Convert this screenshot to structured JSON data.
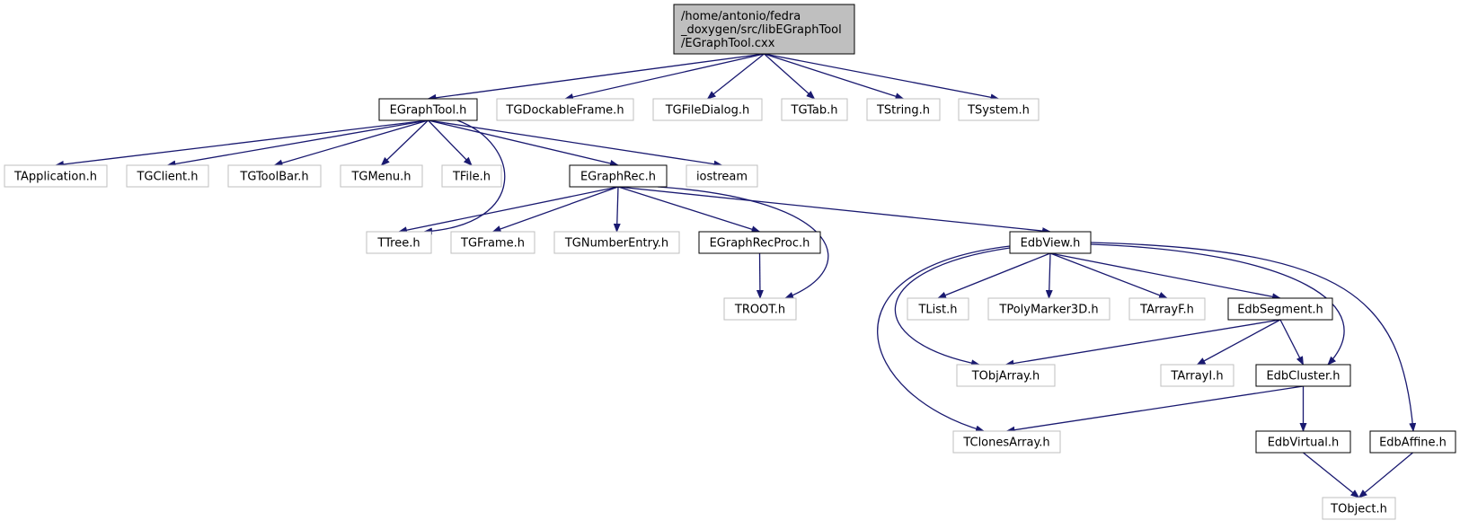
{
  "colors": {
    "edge": "#191970",
    "root_fill": "#bfbfbf",
    "root_border": "#000000",
    "documented_border": "#000000",
    "external_border": "#bfbfbf",
    "node_fill": "#ffffff"
  },
  "nodes": [
    {
      "id": "root",
      "kind": "root",
      "lines": [
        "/home/antonio/fedra",
        "_doxygen/src/libEGraphTool",
        "/EGraphTool.cxx"
      ]
    },
    {
      "id": "egraphtool_h",
      "kind": "documented",
      "lines": [
        "EGraphTool.h"
      ]
    },
    {
      "id": "tgdockableframe_h",
      "kind": "external",
      "lines": [
        "TGDockableFrame.h"
      ]
    },
    {
      "id": "tgfiledialog_h",
      "kind": "external",
      "lines": [
        "TGFileDialog.h"
      ]
    },
    {
      "id": "tgtab_h",
      "kind": "external",
      "lines": [
        "TGTab.h"
      ]
    },
    {
      "id": "tstring_h",
      "kind": "external",
      "lines": [
        "TString.h"
      ]
    },
    {
      "id": "tsystem_h",
      "kind": "external",
      "lines": [
        "TSystem.h"
      ]
    },
    {
      "id": "tapplication_h",
      "kind": "external",
      "lines": [
        "TApplication.h"
      ]
    },
    {
      "id": "tgclient_h",
      "kind": "external",
      "lines": [
        "TGClient.h"
      ]
    },
    {
      "id": "tgtoolbar_h",
      "kind": "external",
      "lines": [
        "TGToolBar.h"
      ]
    },
    {
      "id": "tgmenu_h",
      "kind": "external",
      "lines": [
        "TGMenu.h"
      ]
    },
    {
      "id": "tfile_h",
      "kind": "external",
      "lines": [
        "TFile.h"
      ]
    },
    {
      "id": "egraphrec_h",
      "kind": "documented",
      "lines": [
        "EGraphRec.h"
      ]
    },
    {
      "id": "iostream",
      "kind": "external",
      "lines": [
        "iostream"
      ]
    },
    {
      "id": "ttree_h",
      "kind": "external",
      "lines": [
        "TTree.h"
      ]
    },
    {
      "id": "tgframe_h",
      "kind": "external",
      "lines": [
        "TGFrame.h"
      ]
    },
    {
      "id": "tgnumberentry_h",
      "kind": "external",
      "lines": [
        "TGNumberEntry.h"
      ]
    },
    {
      "id": "egraphrecproc_h",
      "kind": "documented",
      "lines": [
        "EGraphRecProc.h"
      ]
    },
    {
      "id": "troot_h",
      "kind": "external",
      "lines": [
        "TROOT.h"
      ]
    },
    {
      "id": "edbview_h",
      "kind": "documented",
      "lines": [
        "EdbView.h"
      ]
    },
    {
      "id": "tlist_h",
      "kind": "external",
      "lines": [
        "TList.h"
      ]
    },
    {
      "id": "tpolymarker3d_h",
      "kind": "external",
      "lines": [
        "TPolyMarker3D.h"
      ]
    },
    {
      "id": "tarrayf_h",
      "kind": "external",
      "lines": [
        "TArrayF.h"
      ]
    },
    {
      "id": "edbsegment_h",
      "kind": "documented",
      "lines": [
        "EdbSegment.h"
      ]
    },
    {
      "id": "tobjarray_h",
      "kind": "external",
      "lines": [
        "TObjArray.h"
      ]
    },
    {
      "id": "tarrayi_h",
      "kind": "external",
      "lines": [
        "TArrayI.h"
      ]
    },
    {
      "id": "edbcluster_h",
      "kind": "documented",
      "lines": [
        "EdbCluster.h"
      ]
    },
    {
      "id": "tclonesarray_h",
      "kind": "external",
      "lines": [
        "TClonesArray.h"
      ]
    },
    {
      "id": "edbvirtual_h",
      "kind": "documented",
      "lines": [
        "EdbVirtual.h"
      ]
    },
    {
      "id": "edbaffine_h",
      "kind": "documented",
      "lines": [
        "EdbAffine.h"
      ]
    },
    {
      "id": "tobject_h",
      "kind": "external",
      "lines": [
        "TObject.h"
      ]
    }
  ],
  "edges": [
    [
      "root",
      "egraphtool_h"
    ],
    [
      "root",
      "tgdockableframe_h"
    ],
    [
      "root",
      "tgfiledialog_h"
    ],
    [
      "root",
      "tgtab_h"
    ],
    [
      "root",
      "tstring_h"
    ],
    [
      "root",
      "tsystem_h"
    ],
    [
      "egraphtool_h",
      "tapplication_h"
    ],
    [
      "egraphtool_h",
      "tgclient_h"
    ],
    [
      "egraphtool_h",
      "tgtoolbar_h"
    ],
    [
      "egraphtool_h",
      "tgmenu_h"
    ],
    [
      "egraphtool_h",
      "tfile_h"
    ],
    [
      "egraphtool_h",
      "egraphrec_h"
    ],
    [
      "egraphtool_h",
      "iostream"
    ],
    [
      "egraphtool_h",
      "ttree_h"
    ],
    [
      "egraphrec_h",
      "ttree_h"
    ],
    [
      "egraphrec_h",
      "tgframe_h"
    ],
    [
      "egraphrec_h",
      "tgnumberentry_h"
    ],
    [
      "egraphrec_h",
      "egraphrecproc_h"
    ],
    [
      "egraphrec_h",
      "troot_h"
    ],
    [
      "egraphrec_h",
      "edbview_h"
    ],
    [
      "egraphrecproc_h",
      "troot_h"
    ],
    [
      "edbview_h",
      "tlist_h"
    ],
    [
      "edbview_h",
      "tpolymarker3d_h"
    ],
    [
      "edbview_h",
      "tarrayf_h"
    ],
    [
      "edbview_h",
      "edbsegment_h"
    ],
    [
      "edbview_h",
      "tobjarray_h"
    ],
    [
      "edbview_h",
      "tclonesarray_h"
    ],
    [
      "edbview_h",
      "edbcluster_h"
    ],
    [
      "edbview_h",
      "edbaffine_h"
    ],
    [
      "edbsegment_h",
      "tobjarray_h"
    ],
    [
      "edbsegment_h",
      "tarrayi_h"
    ],
    [
      "edbsegment_h",
      "edbcluster_h"
    ],
    [
      "edbcluster_h",
      "tclonesarray_h"
    ],
    [
      "edbcluster_h",
      "edbvirtual_h"
    ],
    [
      "edbvirtual_h",
      "tobject_h"
    ],
    [
      "edbaffine_h",
      "tobject_h"
    ]
  ]
}
